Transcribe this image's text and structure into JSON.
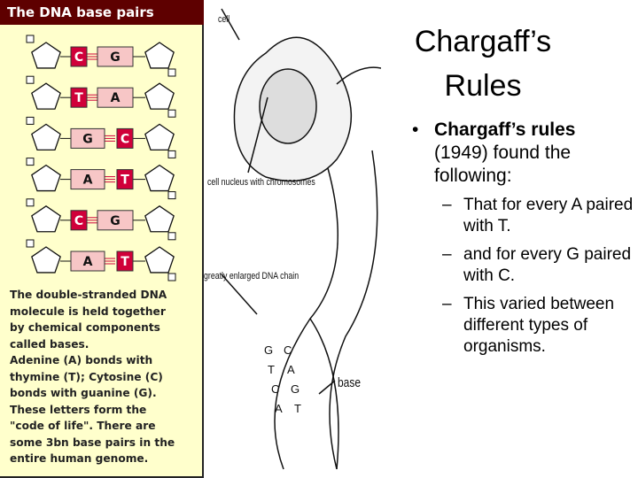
{
  "left_panel": {
    "header": "The DNA base pairs",
    "pairs": [
      [
        "C",
        "G",
        "left"
      ],
      [
        "T",
        "A",
        "left"
      ],
      [
        "G",
        "C",
        "right"
      ],
      [
        "A",
        "T",
        "right"
      ],
      [
        "C",
        "G",
        "left"
      ],
      [
        "A",
        "T",
        "right"
      ]
    ],
    "text": "The double-stranded DNA\nmolecule is held together\nby chemical components\ncalled bases.\nAdenine (A) bonds with\nthymine (T); Cytosine (C)\nbonds with guanine (G).\nThese letters form the\n\"code of life\". There are\nsome 3bn base pairs in the\nentire human genome.",
    "colors": {
      "header": "#5e0000",
      "background": "#ffffcc",
      "base_red": "#d0003a",
      "base_pink": "#f7c6c6"
    }
  },
  "illustration": {
    "labels": {
      "cell": "cell",
      "nucleus": "cell nucleus with chromosomes",
      "dna": "greatly enlarged DNA chain",
      "base": "base"
    },
    "helix_letters": [
      "G",
      "C",
      "T",
      "A",
      "C",
      "G",
      "A",
      "T"
    ]
  },
  "slide": {
    "title_line1": "Chargaff’s",
    "title_line2": "Rules",
    "bullet_bold": "Chargaff’s rules",
    "bullet_rest": " (1949) found the following:",
    "sub_bullets": [
      "That for every A paired with T.",
      "and for every G paired with C.",
      "This varied between different types of organisms."
    ]
  }
}
